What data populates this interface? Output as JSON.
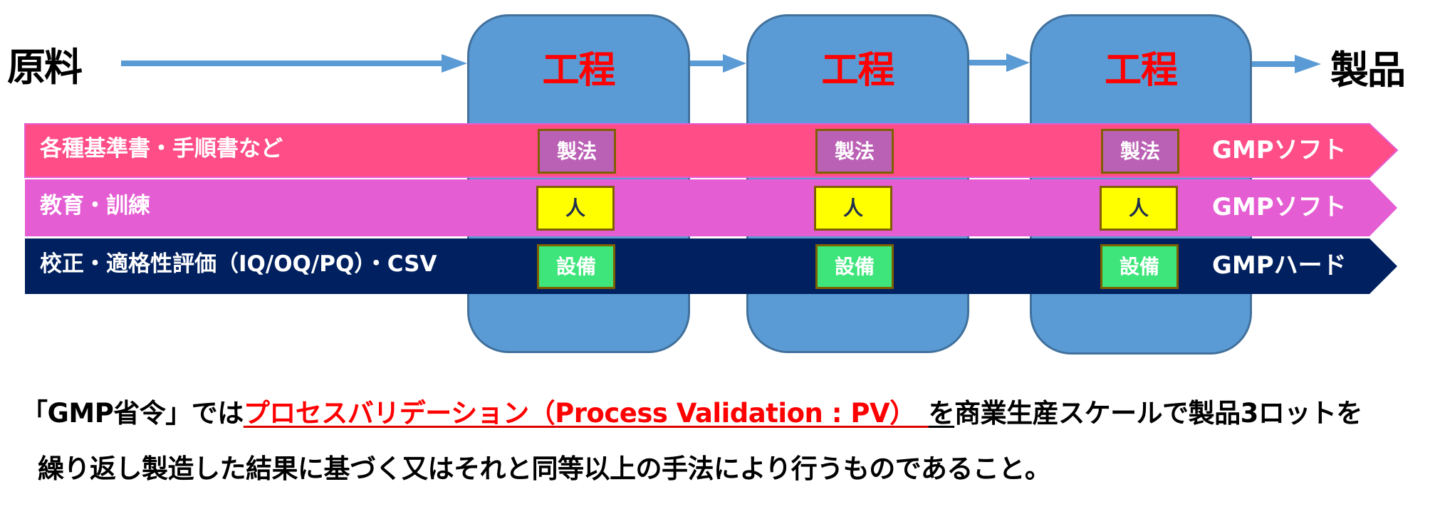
{
  "diagram": {
    "input_label": "原料",
    "output_label": "製品",
    "process_steps": [
      {
        "label": "工程"
      },
      {
        "label": "工程"
      },
      {
        "label": "工程"
      }
    ],
    "bands": [
      {
        "id": "documents",
        "label": "各種基準書・手順書など",
        "tail_label": "GMPソフト",
        "badge": "製法",
        "badge_kind": "method"
      },
      {
        "id": "training",
        "label": "教育・訓練",
        "tail_label": "GMPソフト",
        "badge": "人",
        "badge_kind": "people"
      },
      {
        "id": "qualification",
        "label": "校正・適格性評価（IQ/OQ/PQ）・CSV",
        "tail_label": "GMPハード",
        "badge": "設備",
        "badge_kind": "equip"
      }
    ],
    "colors": {
      "process_box": "#5b9bd5",
      "process_box_border": "#41719c",
      "process_label": "#ff0000",
      "arrow": "#5b9bd5",
      "band_documents": "#ff4d88",
      "band_training": "#e55dd3",
      "band_qualification": "#00205f",
      "badge_method": "#bb61b5",
      "badge_people": "#ffff00",
      "badge_equip": "#3ee57a",
      "badge_border": "#7f6000"
    }
  },
  "statement": {
    "line1_prefix": "「GMP省令」では",
    "line1_highlight": "プロセスバリデーション（Process Validation : PV）　",
    "line1_underlined": "を",
    "line1_suffix": "商業生産スケールで製品3ロットを",
    "line2": "繰り返し製造した結果に基づく又はそれと同等以上の手法により行うものであること。"
  }
}
